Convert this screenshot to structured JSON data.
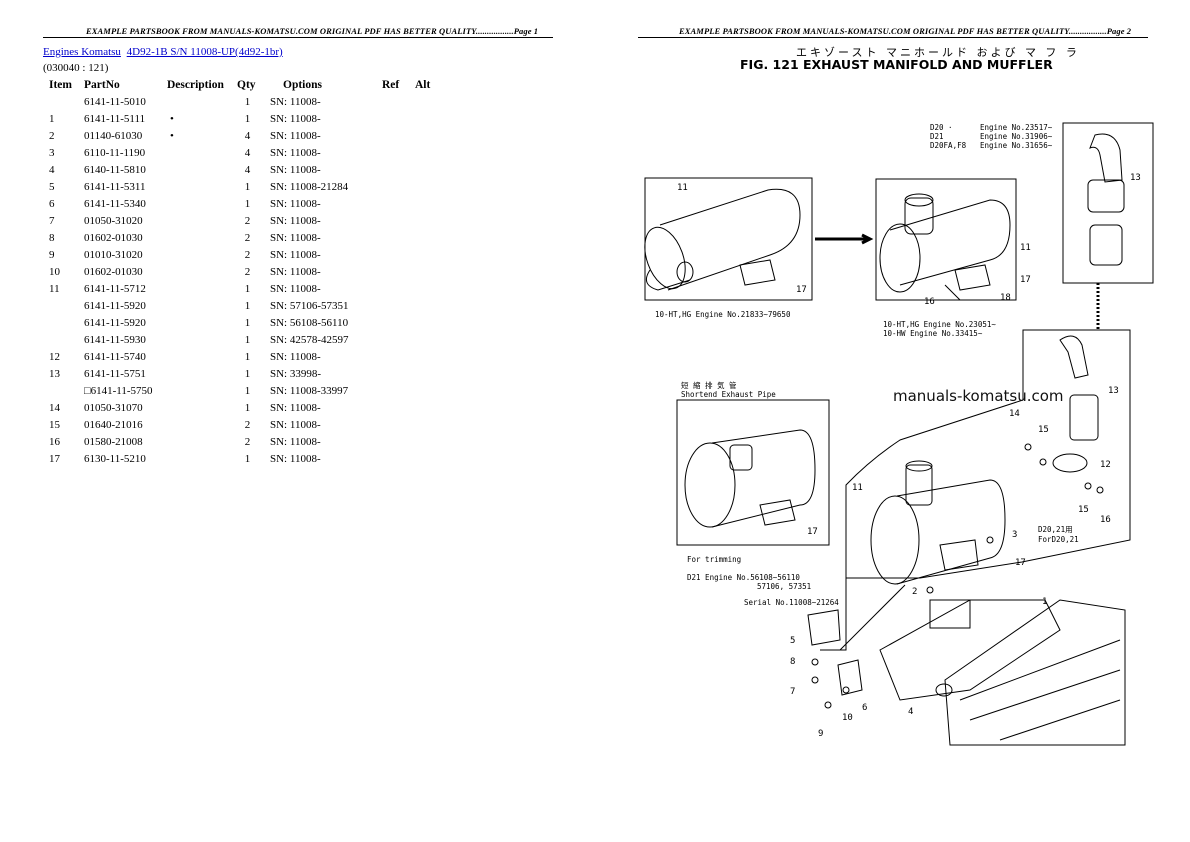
{
  "left_page": {
    "header": "EXAMPLE PARTSBOOK FROM MANUALS-KOMATSU.COM ORIGINAL PDF HAS BETTER QUALITY.................Page 1",
    "breadcrumb": {
      "first": "Engines Komatsu",
      "second": "4D92-1B S/N 11008-UP(4d92-1br)"
    },
    "code": "(030040 : 121)",
    "columns": [
      "Item",
      "PartNo",
      "Description",
      "Qty",
      "Options",
      "Ref",
      "Alt"
    ],
    "rows": [
      {
        "item": "",
        "part": "6141-11-5010",
        "desc": "",
        "qty": "1",
        "opt": "SN: 11008-"
      },
      {
        "item": "1",
        "part": "6141-11-5111",
        "desc": "•",
        "qty": "1",
        "opt": "SN: 11008-"
      },
      {
        "item": "2",
        "part": "01140-61030",
        "desc": "•",
        "qty": "4",
        "opt": "SN: 11008-"
      },
      {
        "item": "3",
        "part": "6110-11-1190",
        "desc": "",
        "qty": "4",
        "opt": "SN: 11008-"
      },
      {
        "item": "4",
        "part": "6140-11-5810",
        "desc": "",
        "qty": "4",
        "opt": "SN: 11008-"
      },
      {
        "item": "5",
        "part": "6141-11-5311",
        "desc": "",
        "qty": "1",
        "opt": "SN: 11008-21284"
      },
      {
        "item": "6",
        "part": "6141-11-5340",
        "desc": "",
        "qty": "1",
        "opt": "SN: 11008-"
      },
      {
        "item": "7",
        "part": "01050-31020",
        "desc": "",
        "qty": "2",
        "opt": "SN: 11008-"
      },
      {
        "item": "8",
        "part": "01602-01030",
        "desc": "",
        "qty": "2",
        "opt": "SN: 11008-"
      },
      {
        "item": "9",
        "part": "01010-31020",
        "desc": "",
        "qty": "2",
        "opt": "SN: 11008-"
      },
      {
        "item": "10",
        "part": "01602-01030",
        "desc": "",
        "qty": "2",
        "opt": "SN: 11008-"
      },
      {
        "item": "11",
        "part": "6141-11-5712",
        "desc": "",
        "qty": "1",
        "opt": "SN: 11008-"
      },
      {
        "item": "",
        "part": "6141-11-5920",
        "desc": "",
        "qty": "1",
        "opt": "SN: 57106-57351"
      },
      {
        "item": "",
        "part": "6141-11-5920",
        "desc": "",
        "qty": "1",
        "opt": "SN: 56108-56110"
      },
      {
        "item": "",
        "part": "6141-11-5930",
        "desc": "",
        "qty": "1",
        "opt": "SN: 42578-42597"
      },
      {
        "item": "12",
        "part": "6141-11-5740",
        "desc": "",
        "qty": "1",
        "opt": "SN: 11008-"
      },
      {
        "item": "13",
        "part": "6141-11-5751",
        "desc": "",
        "qty": "1",
        "opt": "SN: 33998-"
      },
      {
        "item": "",
        "part": "□6141-11-5750",
        "desc": "",
        "qty": "1",
        "opt": "SN: 11008-33997"
      },
      {
        "item": "14",
        "part": "01050-31070",
        "desc": "",
        "qty": "1",
        "opt": "SN: 11008-"
      },
      {
        "item": "15",
        "part": "01640-21016",
        "desc": "",
        "qty": "2",
        "opt": "SN: 11008-"
      },
      {
        "item": "16",
        "part": "01580-21008",
        "desc": "",
        "qty": "2",
        "opt": "SN: 11008-"
      },
      {
        "item": "17",
        "part": "6130-11-5210",
        "desc": "",
        "qty": "1",
        "opt": "SN: 11008-"
      }
    ]
  },
  "right_page": {
    "header": "EXAMPLE PARTSBOOK FROM MANUALS-KOMATSU.COM ORIGINAL PDF HAS BETTER QUALITY.................Page 2",
    "fig_jp": "エキゾースト マニホールド および マ フ ラ",
    "fig_title": "FIG. 121  EXHAUST MANIFOLD AND MUFFLER",
    "watermark": "manuals-komatsu.com",
    "labels": {
      "d20_list": [
        "D20 ·",
        "D21",
        "D20FA,F8"
      ],
      "d20_engines": [
        "Engine No.23517~",
        "Engine No.31906~",
        "Engine No.31656~"
      ],
      "box1_caption": "10-HT,HG Engine No.21833~79650",
      "box2_caption": [
        "10-HT,HG Engine No.23051~",
        "10-HW    Engine No.33415~"
      ],
      "shortend_jp": "短 縮 排 気 管",
      "shortend": "Shortend Exhaust Pipe",
      "for_trimming": "For trimming",
      "d21_engine": "D21 Engine No.56108~56110",
      "d21_engine2": "57106, 57351",
      "serial": "Serial No.11008~21264",
      "for_d2021": "ForD20,21",
      "d2021": "D20,21用"
    },
    "callouts": [
      "11",
      "17",
      "11",
      "16",
      "17",
      "18",
      "13",
      "13",
      "14",
      "15",
      "12",
      "15",
      "16",
      "11",
      "3",
      "17",
      "17",
      "1",
      "2",
      "5",
      "8",
      "7",
      "6",
      "10",
      "9",
      "4"
    ]
  },
  "colors": {
    "link": "#0000cc",
    "ink": "#000000"
  }
}
